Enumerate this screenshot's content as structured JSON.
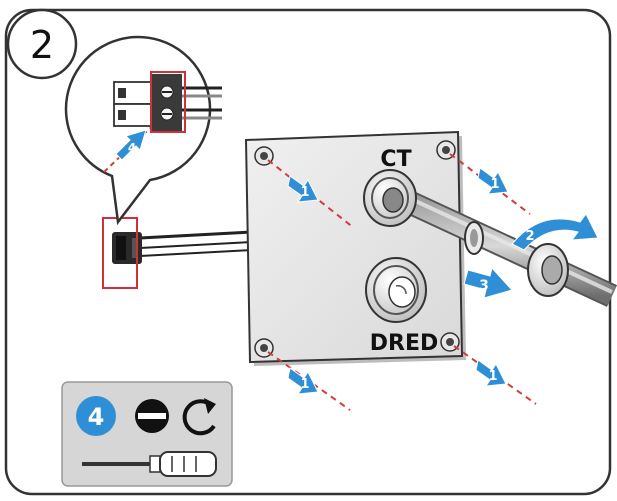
{
  "step": {
    "number": "2"
  },
  "plate": {
    "top_port_label": "CT",
    "bottom_port_label": "DRED"
  },
  "arrows": {
    "screw_tl": "1",
    "screw_tr": "1",
    "screw_bl": "1",
    "screw_br": "1",
    "slide_ring": "3",
    "unscrew_nut": "2",
    "insert_terminal": "4"
  },
  "tool_box": {
    "badge": "4"
  },
  "colors": {
    "accent_blue": "#2f8fd6",
    "callout_red": "#d0303a",
    "dashed_red": "#d23c3c",
    "plate_gray": "#e4e4e4",
    "toolbox_gray": "#d6d6d6"
  }
}
